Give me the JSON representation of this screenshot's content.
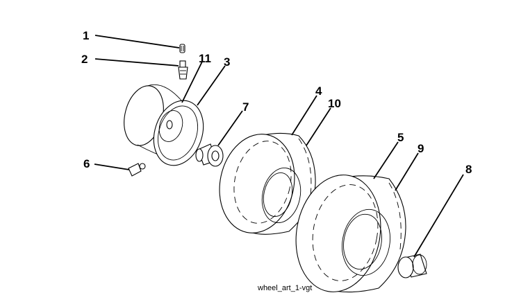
{
  "diagram": {
    "caption": "wheel_art_1-vgt",
    "callouts": {
      "c1": "1",
      "c2": "2",
      "c3": "3",
      "c4": "4",
      "c5": "5",
      "c6": "6",
      "c7": "7",
      "c8": "8",
      "c9": "9",
      "c10": "10",
      "c11": "11"
    },
    "parts": [
      "valve-cap",
      "valve-stem",
      "rim",
      "front-tire",
      "rear-tire",
      "grease-fitting",
      "bushing",
      "hub-cap",
      "rim-seal"
    ]
  }
}
